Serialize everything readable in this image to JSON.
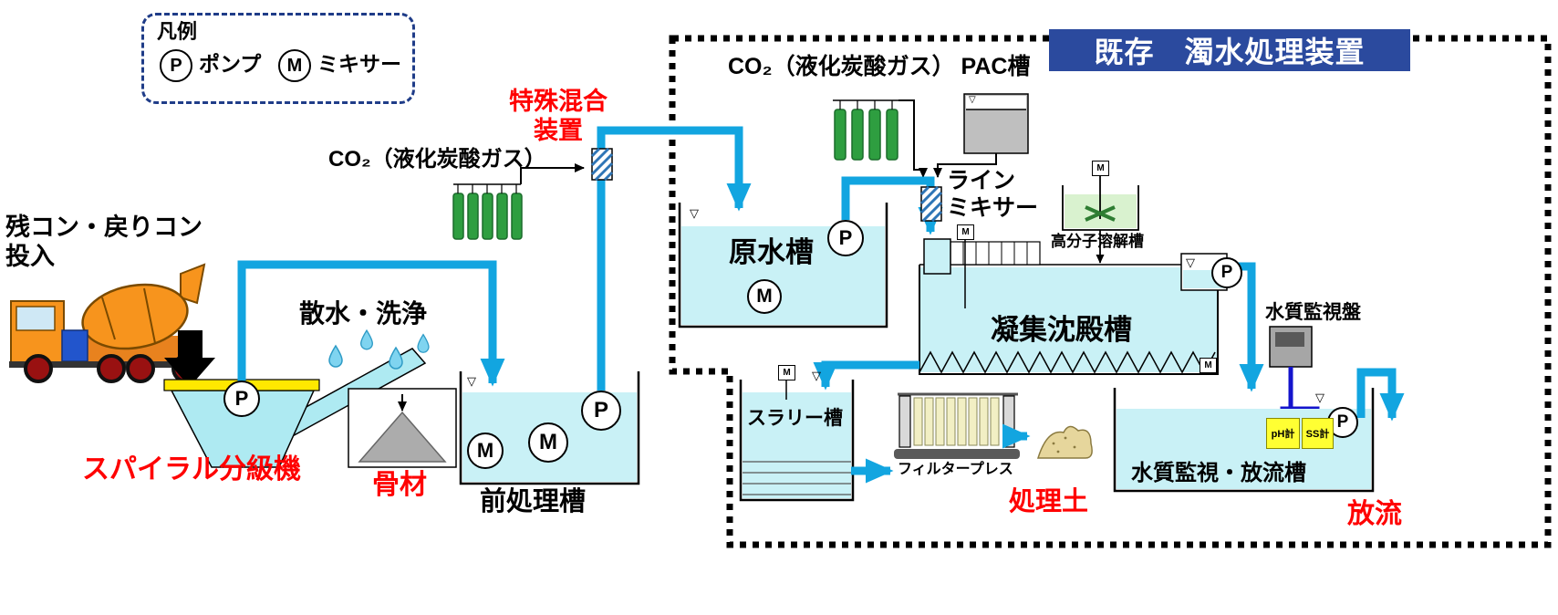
{
  "symbols": {
    "pump": "P",
    "mixer": "M",
    "water_level": "▽"
  },
  "legend": {
    "title": "凡例",
    "pump_label": "ポンプ",
    "mixer_label": "ミキサー"
  },
  "header": {
    "existing_plant_title": "既存　濁水処理装置"
  },
  "labels": {
    "truck_input": "残コン・戻りコン\n投入",
    "spray_wash": "散水・洗浄",
    "spiral_classifier": "スパイラル分級機",
    "aggregate": "骨材",
    "pretreatment_tank": "前処理槽",
    "co2_left": "CO₂（液化炭酸ガス）",
    "special_mixing_device": "特殊混合\n装置",
    "co2_pac": "CO₂（液化炭酸ガス） PAC槽",
    "raw_water_tank": "原水槽",
    "line_mixer": "ライン\nミキサー",
    "polymer_tank": "高分子溶解槽",
    "coagulation_tank": "凝集沈殿槽",
    "slurry_tank": "スラリー槽",
    "filter_press": "フィルタープレス",
    "treated_soil": "処理土",
    "monitor_panel": "水質監視盤",
    "monitor_discharge_tank": "水質監視・放流槽",
    "ph_meter": "pH計",
    "ss_meter": "SS計",
    "discharge": "放流"
  },
  "colors": {
    "water": "#C9F1F6",
    "pipe_blue": "#12A5E0",
    "title_bg": "#2B4A9E",
    "accent_red": "#FF0000",
    "cylinder_green": "#2E9E40",
    "meter_yellow": "#FFFF33",
    "legend_border": "#1F3C88",
    "control_line_blue": "#1414CC"
  }
}
